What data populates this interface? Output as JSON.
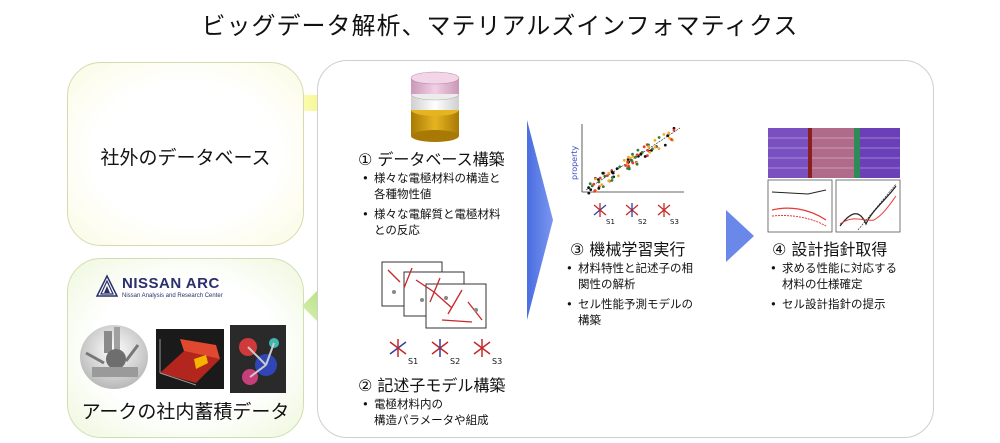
{
  "title": "ビッグデータ解析、マテリアルズインフォマティクス",
  "external_db": {
    "label": "社外のデータベース"
  },
  "arc_db": {
    "label": "アークの社内蓄積データ",
    "logo_main": "NISSAN ARC",
    "logo_sub": "Nissan Analysis and Research Center"
  },
  "steps": [
    {
      "title": "① データベース構築",
      "bullets": [
        "様々な電極材料の構造と\n各種物性値",
        "様々な電解質と電極材料\nとの反応"
      ]
    },
    {
      "title": "② 記述子モデル構築",
      "bullets": [
        "電極材料内の\n構造パラメータや組成"
      ],
      "descriptors": [
        "S1",
        "S2",
        "S3"
      ]
    },
    {
      "title": "③ 機械学習実行",
      "bullets": [
        "材料特性と記述子の相\n関性の解析",
        "セル性能予測モデルの\n構築"
      ],
      "plot_axis_label": "property",
      "descriptors": [
        "S1",
        "S2",
        "S3"
      ]
    },
    {
      "title": "④ 設計指針取得",
      "bullets": [
        "求める性能に対応する\n材料の仕様確定",
        "セル設計指針の提示"
      ]
    }
  ],
  "colors": {
    "arrow_yellow": "#f2f25a",
    "arrow_green": "#a6d96a",
    "flow_arrow": "#5b7be6",
    "db_top": "#e8b8d8",
    "db_body": "#d4a017"
  }
}
